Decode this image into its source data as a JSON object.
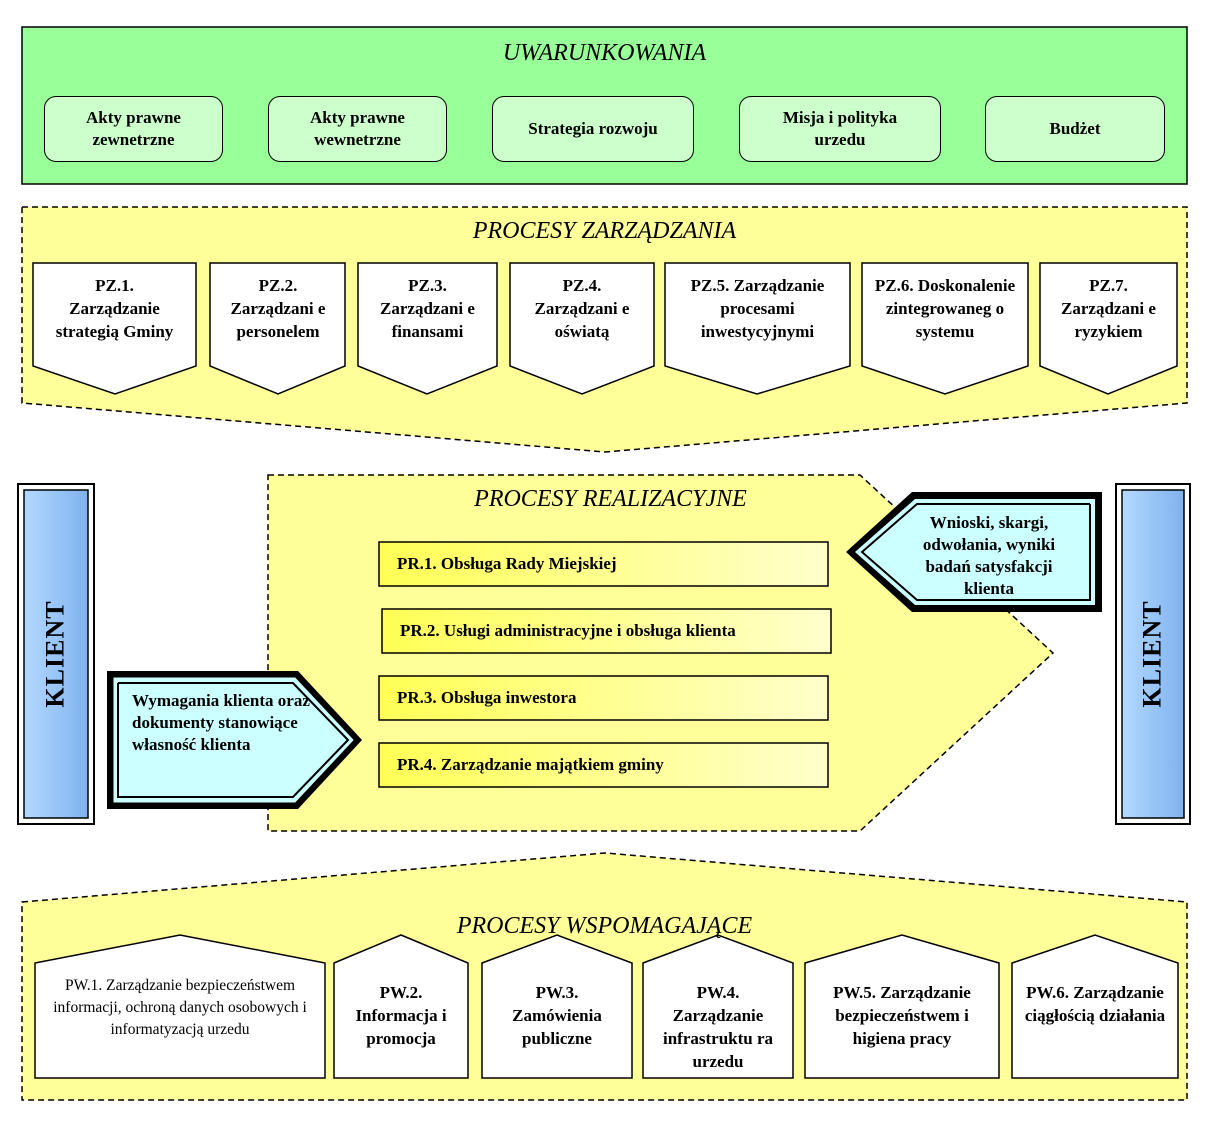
{
  "uwarunkowania": {
    "title": "UWARUNKOWANIA",
    "items": [
      {
        "label": "Akty prawne zewnetrzne"
      },
      {
        "label": "Akty prawne wewnetrzne"
      },
      {
        "label": "Strategia rozwoju"
      },
      {
        "label": "Misja i polityka urzedu"
      },
      {
        "label": "Budżet"
      }
    ]
  },
  "zarzadzania": {
    "title": "PROCESY ZARZĄDZANIA",
    "items": [
      {
        "label": "PZ.1. Zarządzanie strategią Gminy"
      },
      {
        "label": "PZ.2. Zarządzani e personelem"
      },
      {
        "label": "PZ.3. Zarządzani e finansami"
      },
      {
        "label": "PZ.4. Zarządzani e oświatą"
      },
      {
        "label": "PZ.5. Zarządzanie procesami inwestycyjnymi"
      },
      {
        "label": "PZ.6. Doskonalenie zintegrowaneg o systemu"
      },
      {
        "label": "PZ.7. Zarządzani e ryzykiem"
      }
    ]
  },
  "realizacyjne": {
    "title": "PROCESY REALIZACYJNE",
    "items": [
      {
        "label": "PR.1. Obsługa Rady Miejskiej"
      },
      {
        "label": "PR.2. Usługi administracyjne i obsługa klienta"
      },
      {
        "label": "PR.3. Obsługa inwestora"
      },
      {
        "label": "PR.4. Zarządzanie majątkiem gminy"
      }
    ],
    "input": "Wymagania klienta oraz dokumenty stanowiące własność klienta",
    "feedback": "Wnioski, skargi, odwołania, wyniki badań satysfakcji klienta"
  },
  "klient_left": "KLIENT",
  "klient_right": "KLIENT",
  "wspomagajace": {
    "title": "PROCESY WSPOMAGAJĄCE",
    "items": [
      {
        "label": "PW.1. Zarządzanie bezpieczeństwem informacji, ochroną danych osobowych i informatyzacją urzedu"
      },
      {
        "label": "PW.2. Informacja i promocja"
      },
      {
        "label": "PW.3. Zamówienia publiczne"
      },
      {
        "label": "PW.4. Zarządzanie infrastruktu ra urzedu"
      },
      {
        "label": "PW.5. Zarządzanie bezpieczeństwem i higiena pracy"
      },
      {
        "label": "PW.6. Zarządzanie ciągłością działania"
      }
    ]
  },
  "colors": {
    "green_band": "#99ff99",
    "green_box": "#ccffcc",
    "yellow_band": "#ffff99",
    "yellow_box": "#ffff66",
    "cyan_arrow": "#ccffff",
    "klient_blue": "#99ccff"
  }
}
